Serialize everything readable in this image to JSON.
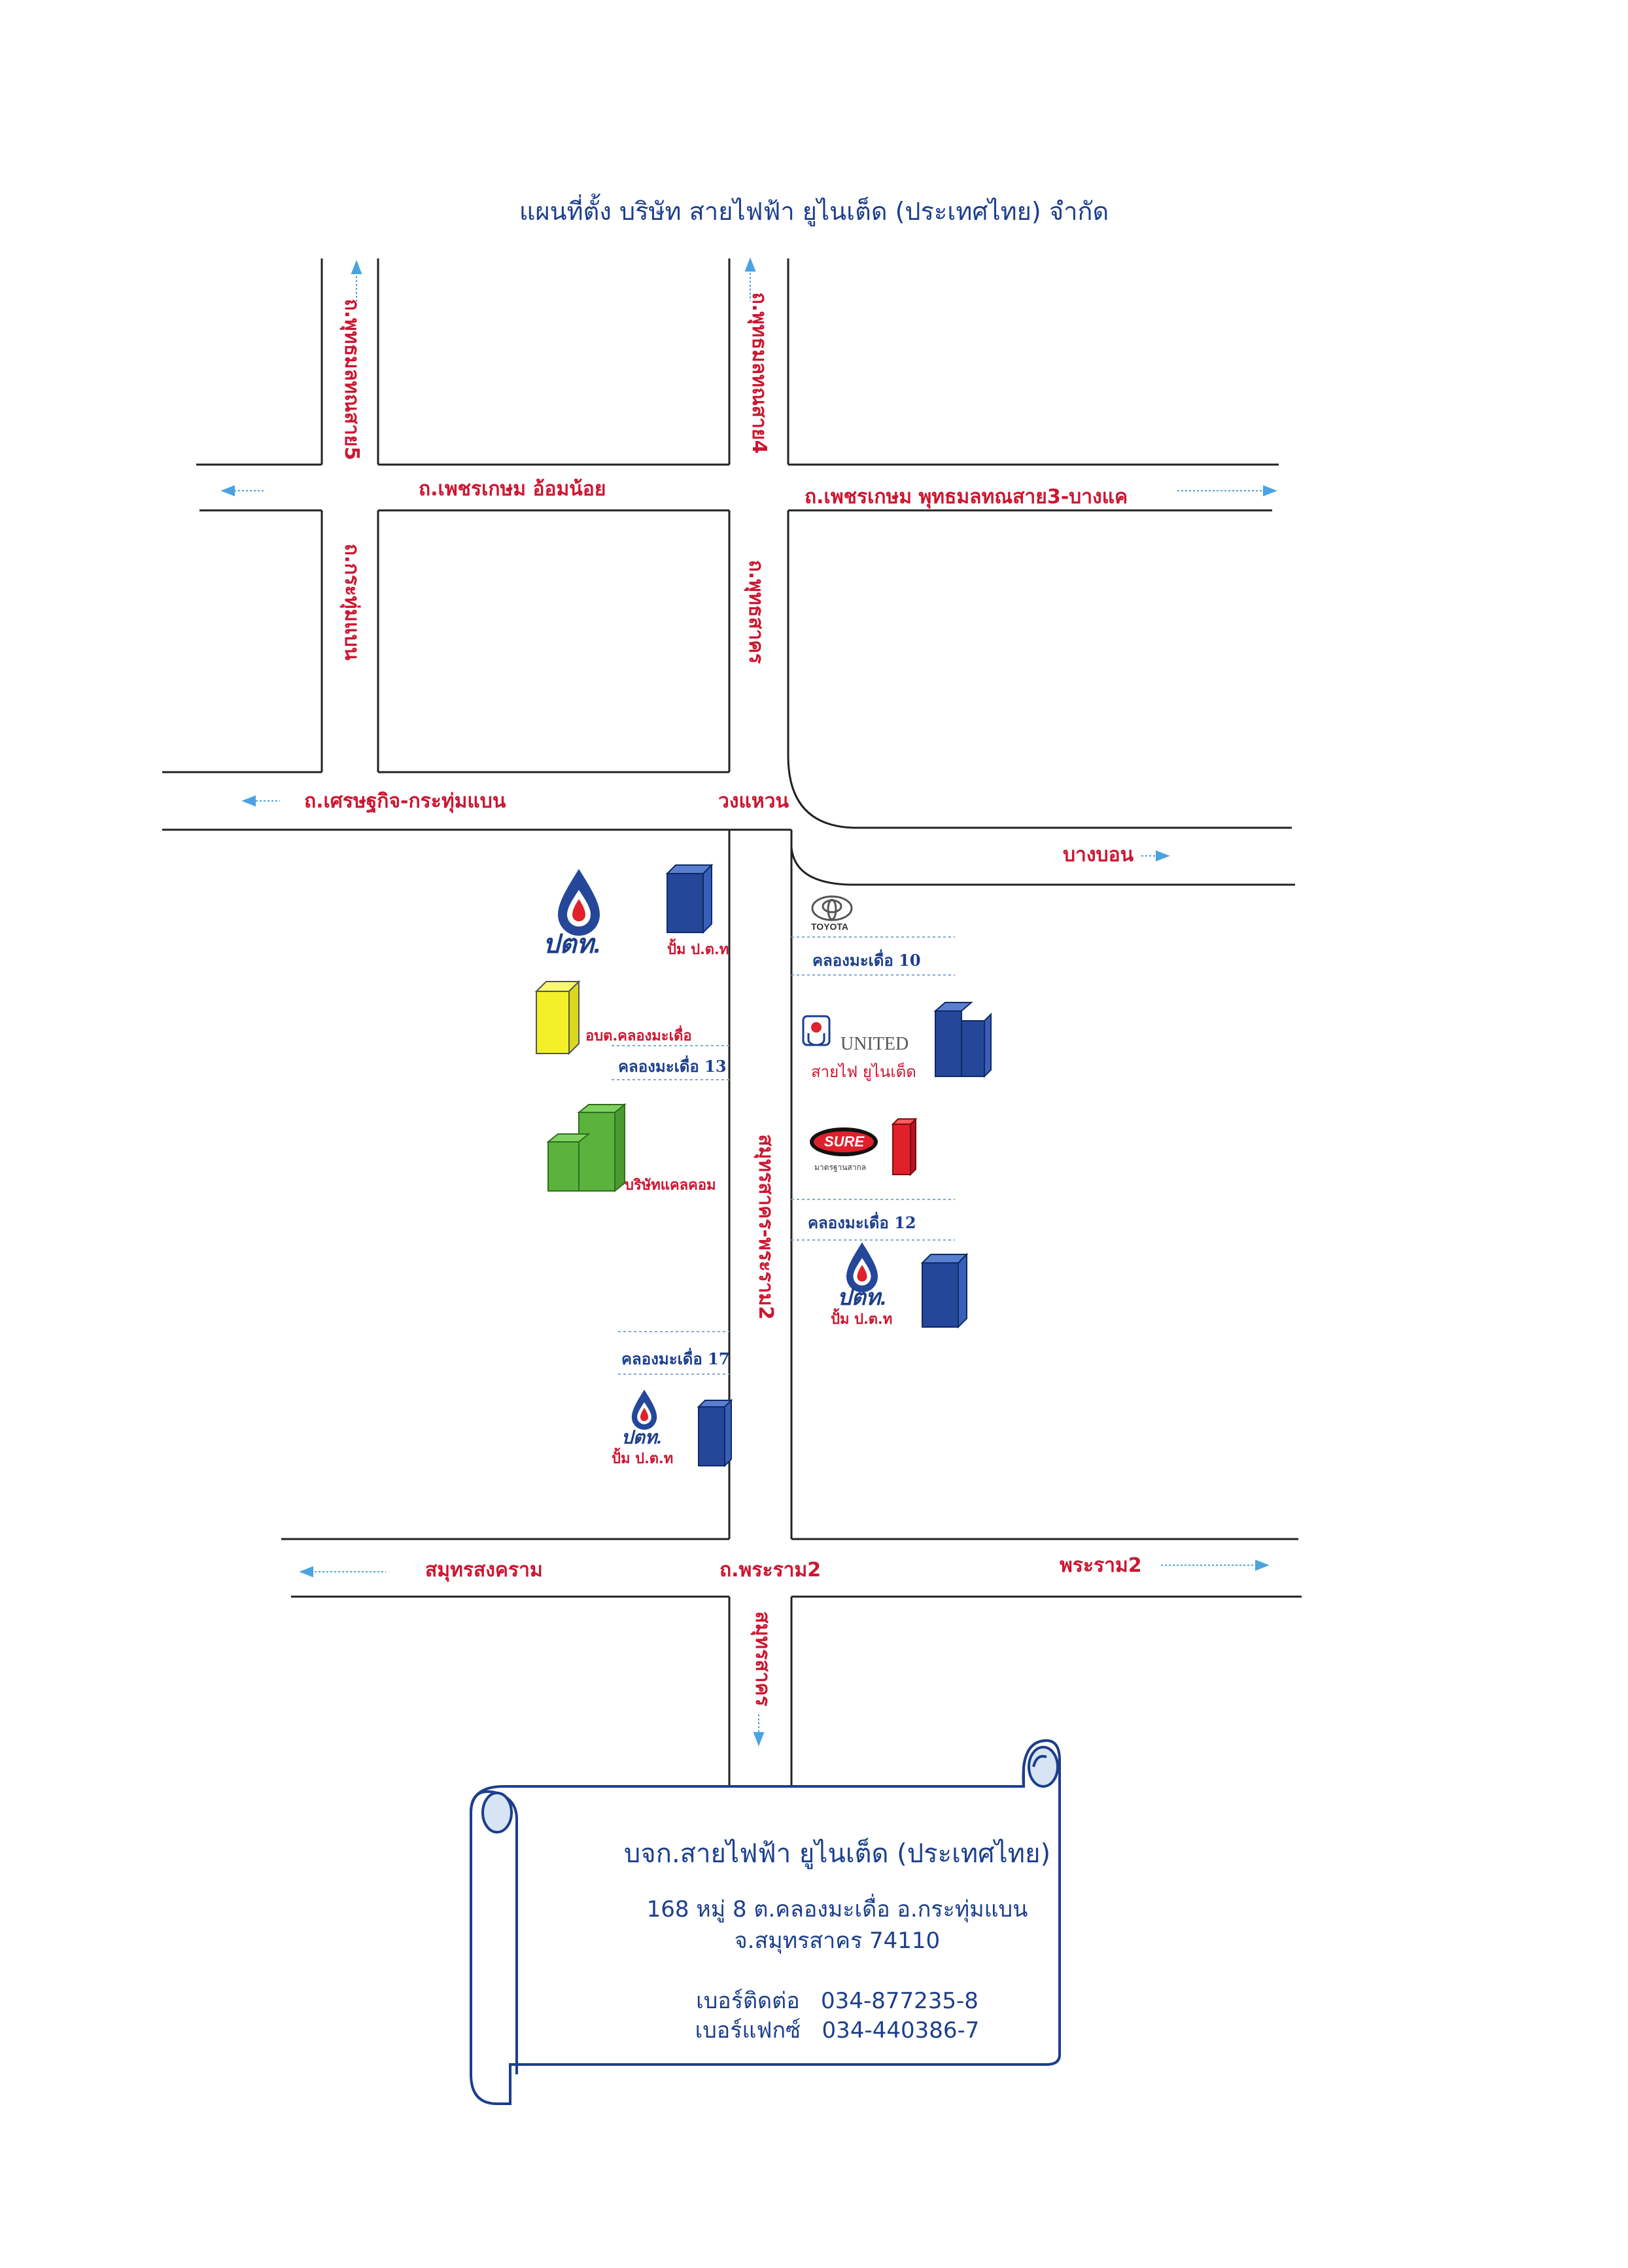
{
  "title": "แผนที่ตั้ง บริษัท สายไฟฟ้า ยูไนเต็ด (ประเทศไทย) จำกัด",
  "roads": {
    "phetkasem_west": "ถ.เพชรเกษม อ้อมน้อย",
    "phetkasem_east": "ถ.เพชรเกษม พุทธมลทณสาย3-บางแค",
    "setthakit": "ถ.เศรษฐกิจ-กระทุ่มแบน",
    "wongwaen": "วงแหวน",
    "bangbon": "บางบอน",
    "rama2_west": "สมุทรสงคราม",
    "rama2_center": "ถ.พระราม2",
    "rama2_east": "พระราม2",
    "v_buddhamonthon5": "ถ.พุทธมลทณสาย5",
    "v_kratumban": "ถ.กระทุ่มแบน",
    "v_buddhamonthon4": "ถ.พุทธมลทณสาย4",
    "v_buddhasakhon": "ถ.พุทธสาคร",
    "v_samutsakhon_rama2": "สมุทรสาคร-พระราม2",
    "v_samutsakhon": "สมุทรสาคร"
  },
  "landmarks": {
    "ptt_logo": "ปตท.",
    "ptt_pump": "ปั้ม ป.ต.ท",
    "obt": "อบต.คลองมะเดื่อ",
    "khlong13": "คลองมะเดื่อ 13",
    "khlong10": "คลองมะเดื่อ 10",
    "khlong12": "คลองมะเดื่อ 12",
    "khlong17": "คลองมะเดื่อ 17",
    "calcomp": "บริษัทแคลคอม",
    "toyota": "TOYOTA",
    "united_en": "UNITED",
    "united_th": "สายไฟ ยูไนเต็ด",
    "sure": "SURE",
    "sure_sub": "มาตรฐานสากล"
  },
  "address": {
    "company": "บจก.สายไฟฟ้า ยูไนเต็ด (ประเทศไทย)",
    "line1": "168 หมู่ 8 ต.คลองมะเดื่อ อ.กระทุ่มแบน",
    "line2": "จ.สมุทรสาคร 74110",
    "phone": "เบอร์ติดต่อ   034-877235-8",
    "fax": "เบอร์แฟกซ์   034-440386-7"
  },
  "colors": {
    "road_label": "#cc1630",
    "blue_text": "#1c3f8c",
    "arrow": "#4aa3e0",
    "building_blue": "#24479a",
    "building_yellow": "#f3f02a",
    "building_green": "#5bb33d",
    "building_red": "#e0202a"
  }
}
